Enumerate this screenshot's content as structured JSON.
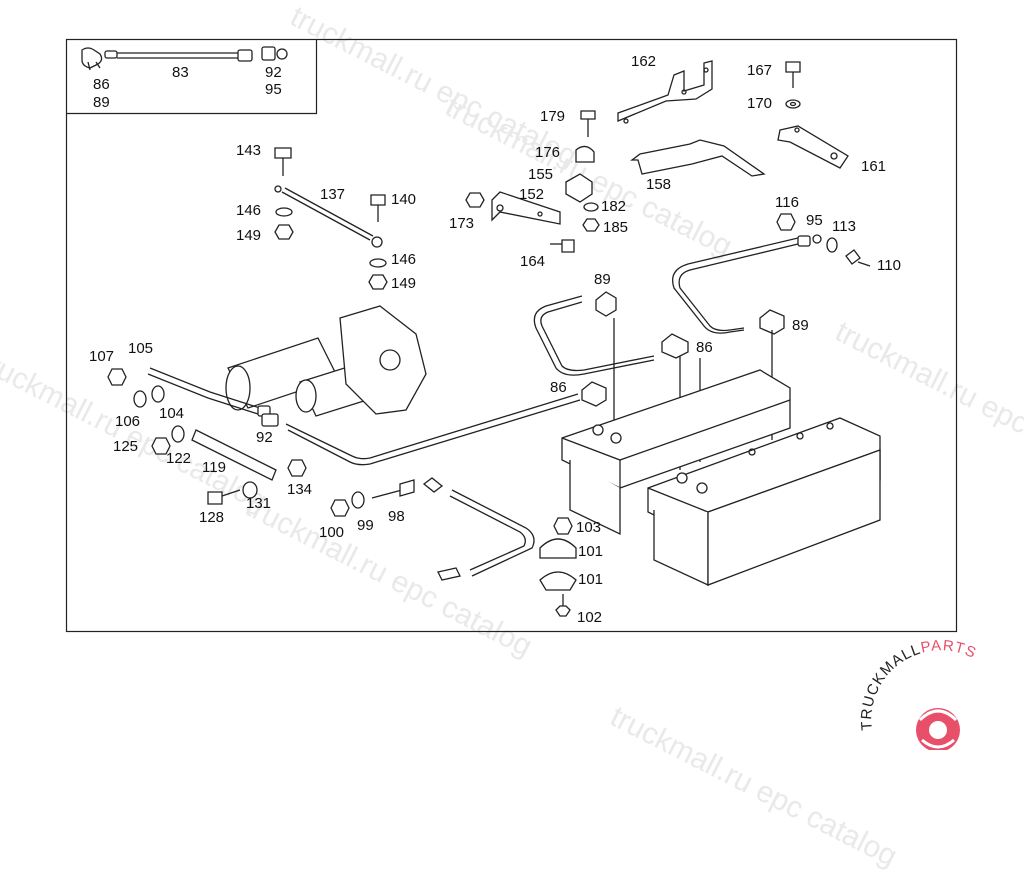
{
  "diagram": {
    "title": "Battery, battery cables and starter mounting parts",
    "watermark_text": "truckmall.ru epc catalog",
    "inset_callouts": [
      "86",
      "89",
      "83",
      "92",
      "95"
    ],
    "callouts": {
      "c162": "162",
      "c167": "167",
      "c170": "170",
      "c161": "161",
      "c158": "158",
      "c179": "179",
      "c176": "176",
      "c155": "155",
      "c152": "152",
      "c173": "173",
      "c182": "182",
      "c185": "185",
      "c164": "164",
      "c143": "143",
      "c137": "137",
      "c140": "140",
      "c146a": "146",
      "c149a": "149",
      "c146b": "146",
      "c149b": "149",
      "c116": "116",
      "c95": "95",
      "c113": "113",
      "c110": "110",
      "c89a": "89",
      "c89b": "89",
      "c86a": "86",
      "c86b": "86",
      "c107": "107",
      "c105": "105",
      "c106": "106",
      "c104": "104",
      "c92": "92",
      "c125": "125",
      "c122": "122",
      "c119": "119",
      "c134": "134",
      "c128": "128",
      "c131": "131",
      "c100": "100",
      "c99": "99",
      "c98": "98",
      "c103": "103",
      "c101a": "101",
      "c101b": "101",
      "c102": "102"
    }
  },
  "logo": {
    "brand_part1": "TRUCKMALL",
    "brand_part2": "PARTS",
    "color_dark": "#222222",
    "color_accent": "#e8506a"
  }
}
